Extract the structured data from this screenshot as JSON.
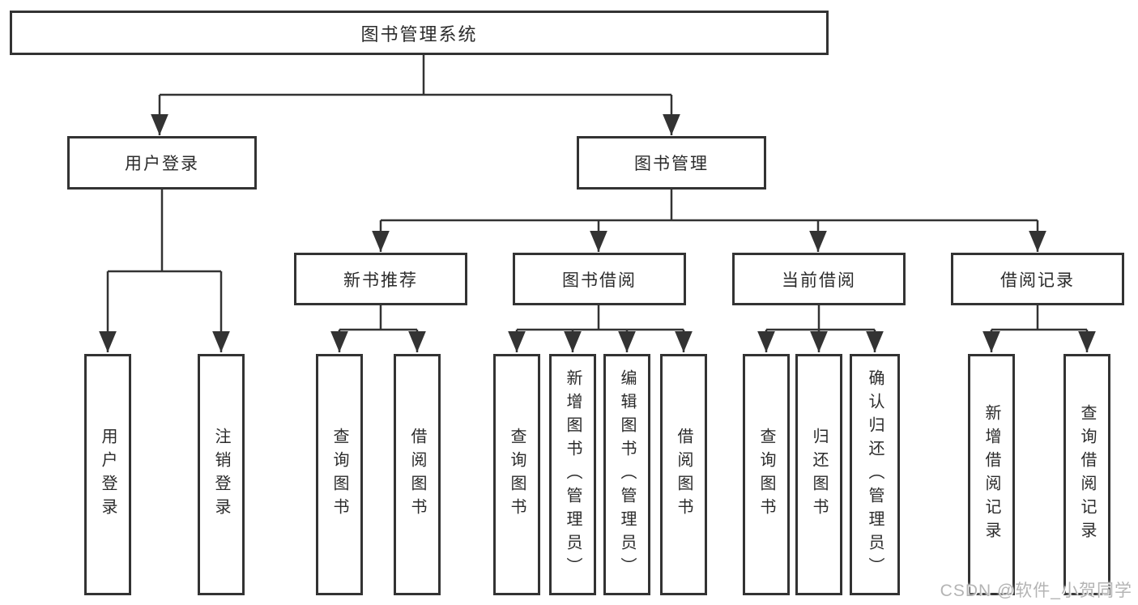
{
  "diagram": {
    "root": {
      "label": "图书管理系统"
    },
    "branches": [
      {
        "label": "用户登录",
        "children": [
          {
            "label": "用户登录"
          },
          {
            "label": "注销登录"
          }
        ]
      },
      {
        "label": "图书管理",
        "children": [
          {
            "label": "新书推荐",
            "children": [
              {
                "label": "查询图书"
              },
              {
                "label": "借阅图书"
              }
            ]
          },
          {
            "label": "图书借阅",
            "children": [
              {
                "label": "查询图书"
              },
              {
                "label": "新增图书（管理员）"
              },
              {
                "label": "编辑图书（管理员）"
              },
              {
                "label": "借阅图书"
              }
            ]
          },
          {
            "label": "当前借阅",
            "children": [
              {
                "label": "查询图书"
              },
              {
                "label": "归还图书"
              },
              {
                "label": "确认归还（管理员）"
              }
            ]
          },
          {
            "label": "借阅记录",
            "children": [
              {
                "label": "新增借阅记录"
              },
              {
                "label": "查询借阅记录"
              }
            ]
          }
        ]
      }
    ]
  },
  "watermark": {
    "text": "CSDN @软件_小贺同学"
  },
  "colors": {
    "line": "#333333",
    "box_border": "#333333",
    "text": "#2b2b2b",
    "watermark": "#b4b4b4",
    "background": "#ffffff"
  }
}
